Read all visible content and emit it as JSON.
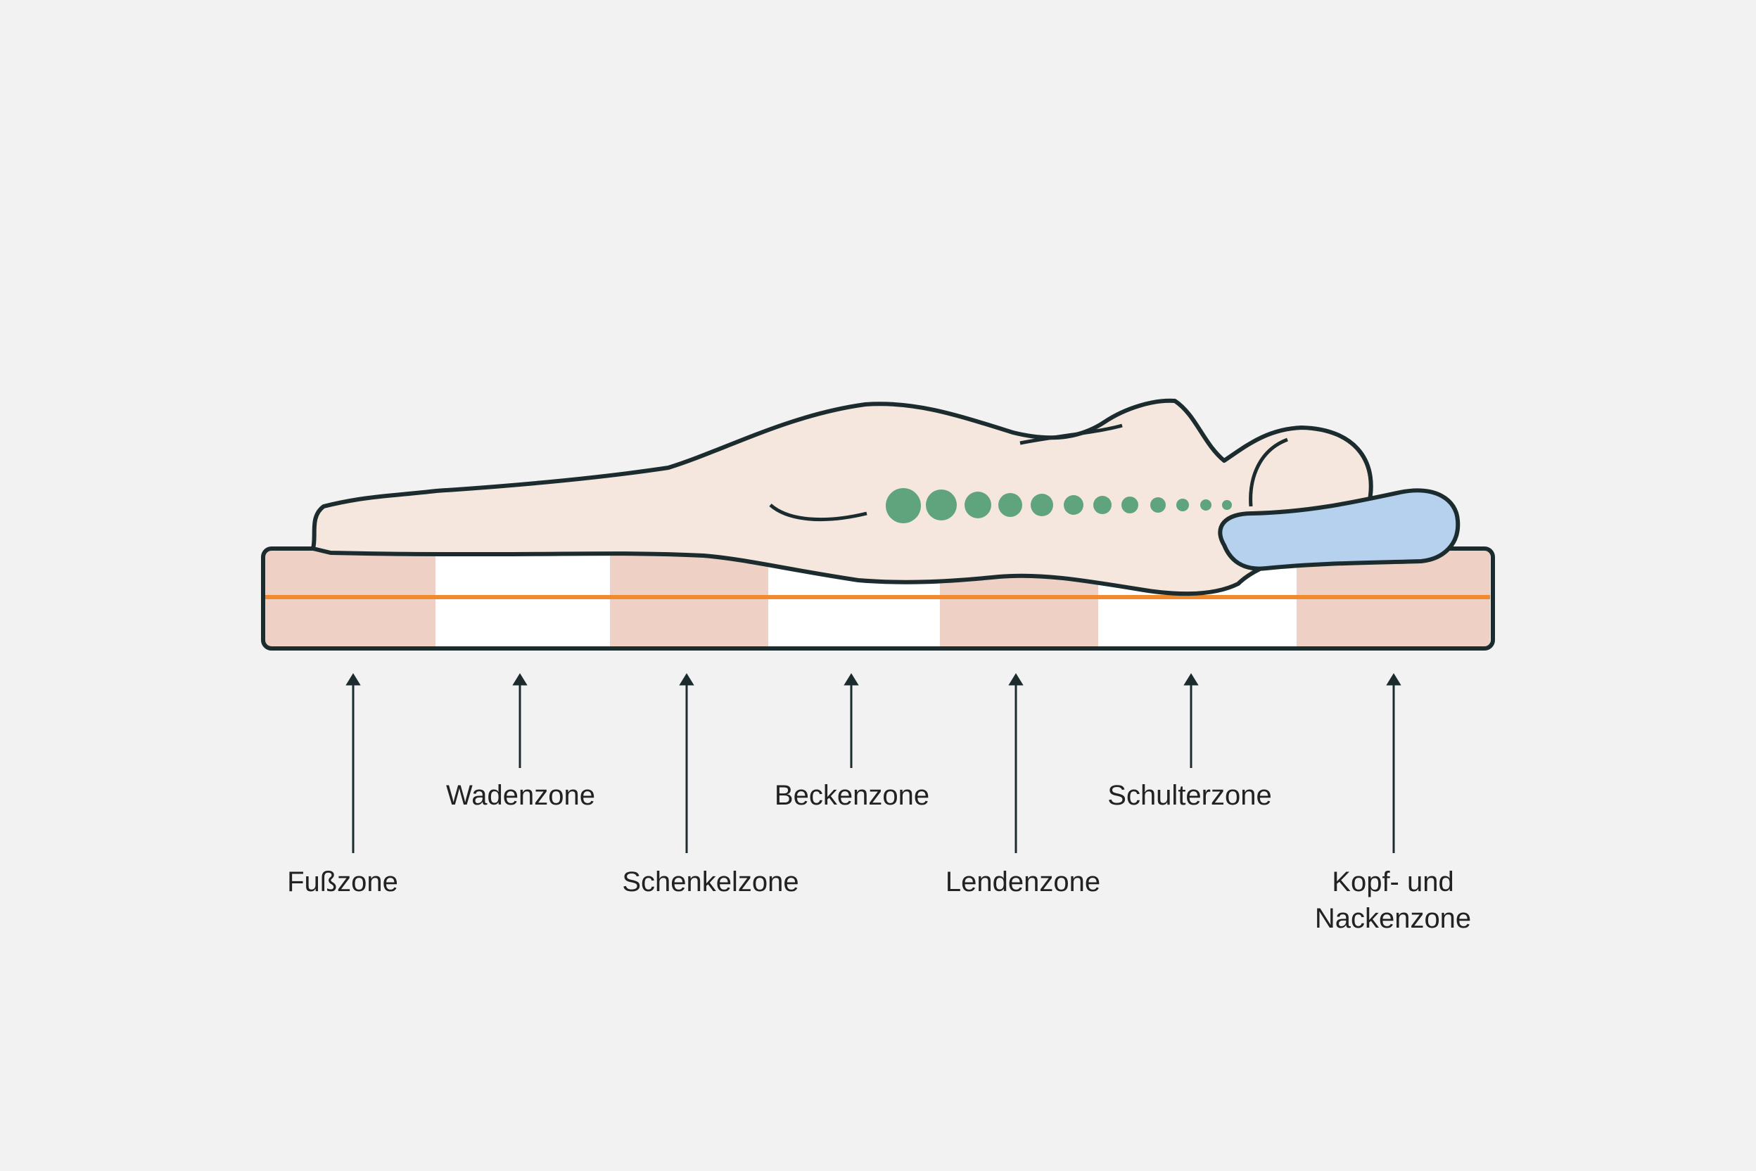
{
  "colors": {
    "background": "#f2f2f2",
    "body_fill": "#f5e7de",
    "outline": "#1c2b2e",
    "zone_firm": "#eed0c4",
    "zone_soft": "#ffffff",
    "core_line": "#f08a2c",
    "pillow": "#b6d1ee",
    "spine": "#5fa47d"
  },
  "zones": [
    {
      "id": "fuss",
      "label": "Fußzone",
      "firm": true
    },
    {
      "id": "waden",
      "label": "Wadenzone",
      "firm": false
    },
    {
      "id": "schenkel",
      "label": "Schenkelzone",
      "firm": true
    },
    {
      "id": "becken",
      "label": "Beckenzone",
      "firm": false
    },
    {
      "id": "lenden",
      "label": "Lendenzone",
      "firm": true
    },
    {
      "id": "schulter",
      "label": "Schulterzone",
      "firm": false
    },
    {
      "id": "kopf",
      "label": "Kopf- und\nNackenzone",
      "firm": true
    }
  ]
}
